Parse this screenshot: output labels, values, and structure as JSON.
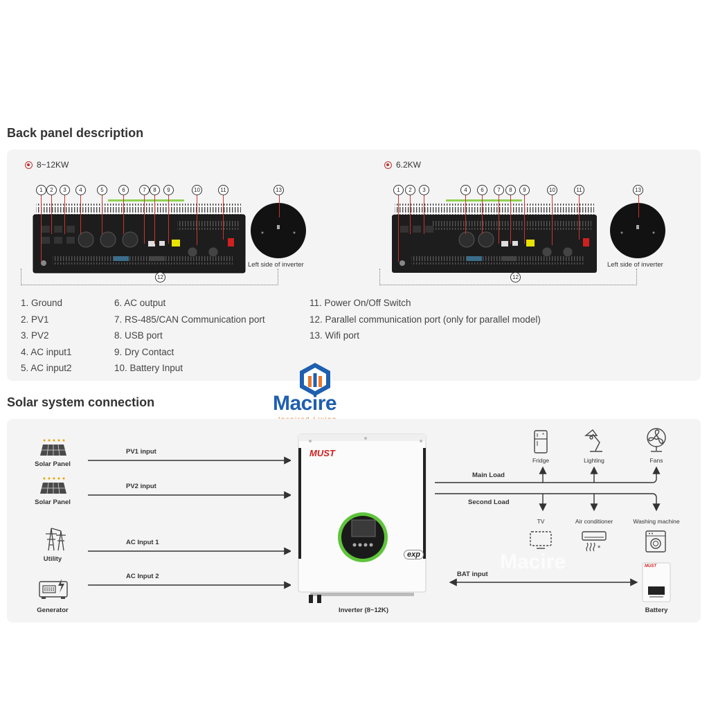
{
  "back_panel": {
    "title": "Back panel description",
    "models": [
      {
        "name": "8~12KW",
        "side_caption": "Left side of inverter"
      },
      {
        "name": "6.2KW",
        "side_caption": "Left side of inverter"
      }
    ],
    "numbers": [
      "1",
      "2",
      "3",
      "4",
      "5",
      "6",
      "7",
      "8",
      "9",
      "10",
      "11",
      "12",
      "13"
    ],
    "descriptions": [
      "1.   Ground",
      "2.   PV1",
      "3.   PV2",
      "4.   AC input1",
      "5.   AC input2",
      "6.   AC output",
      "7.   RS-485/CAN Communication port",
      "8.   USB port",
      "9.   Dry Contact",
      "10. Battery Input",
      "11. Power On/Off Switch",
      "12. Parallel communication port (only for parallel model)",
      "13. Wifi port"
    ]
  },
  "logo": {
    "name": "Macire",
    "tagline": "Inspired Living"
  },
  "watermark": "Macire",
  "solar": {
    "title": "Solar system connection",
    "sources": [
      "Solar Panel",
      "Solar Panel",
      "Utility",
      "Generator"
    ],
    "inputs": [
      "PV1 input",
      "PV2 input",
      "AC Input 1",
      "AC Input 2"
    ],
    "inverter": {
      "brand": "MUST",
      "badge": "exp",
      "caption": "Inverter (8~12K)"
    },
    "main_load": {
      "label": "Main Load",
      "items": [
        "Fridge",
        "Lighting",
        "Fans"
      ]
    },
    "second_load": {
      "label": "Second Load",
      "items": [
        "TV",
        "Air conditioner",
        "Washing machine"
      ]
    },
    "battery": {
      "link": "BAT input",
      "caption": "Battery",
      "brand": "MUST"
    }
  },
  "colors": {
    "accent_red": "#c0392b",
    "logo_blue": "#1f5fb0",
    "logo_orange": "#e8782a",
    "screen_green": "#5ec43a"
  }
}
